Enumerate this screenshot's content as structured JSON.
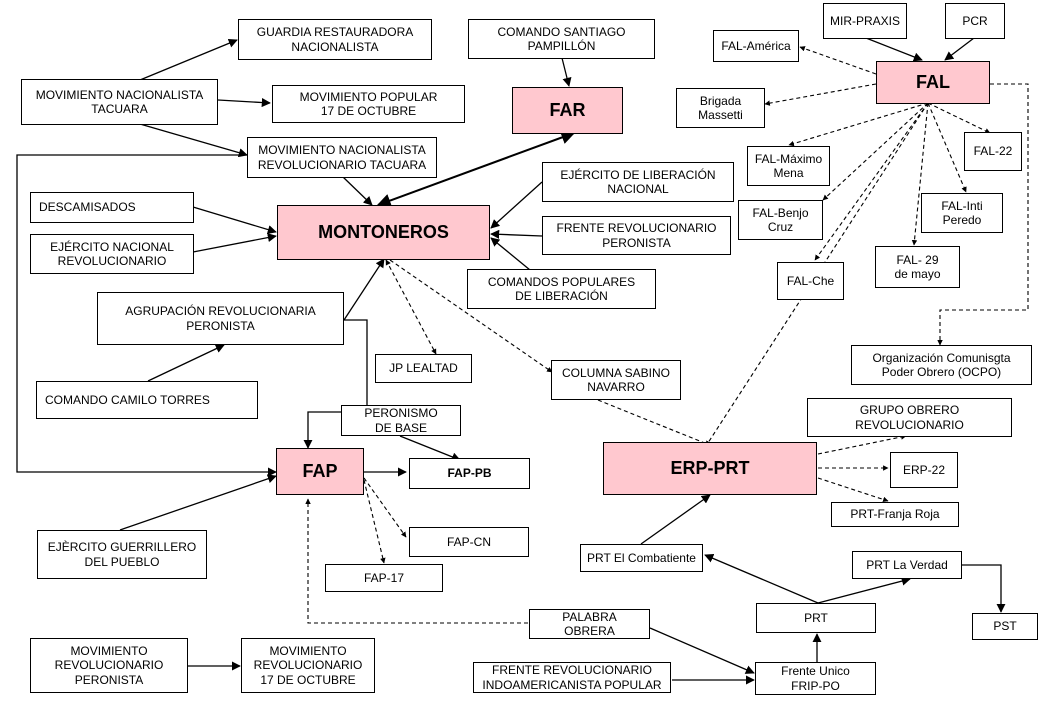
{
  "nodes": {
    "guardia": "GUARDIA RESTAURADORA\nNACIONALISTA",
    "comando_santiago": "COMANDO SANTIAGO\nPAMPILLÓN",
    "mir_praxis": "MIR-PRAXIS",
    "pcr": "PCR",
    "fal_america": "FAL-América",
    "fal": "FAL",
    "mov_nac_tacuara": "MOVIMIENTO NACIONALISTA\nTACUARA",
    "mov_popular": "MOVIMIENTO POPULAR\n17 DE OCTUBRE",
    "far": "FAR",
    "brigada": "Brigada\nMassetti",
    "fal22": "FAL-22",
    "mnrt": "MOVIMIENTO NACIONALISTA\nREVOLUCIONARIO TACUARA",
    "fal_maximo": "FAL-Máximo\nMena",
    "ejercito_lib": "EJÉRCITO DE LIBERACIÓN\nNACIONAL",
    "descamisados": "DESCAMISADOS",
    "fal_inti": "FAL-Inti\nPeredo",
    "fal_benjo": "FAL-Benjo\nCruz",
    "montoneros": "MONTONEROS",
    "frente_rev": "FRENTE REVOLUCIONARIO\nPERONISTA",
    "ejercito_nac": "EJÉRCITO NACIONAL\nREVOLUCIONARIO",
    "fal29": "FAL- 29\nde mayo",
    "fal_che": "FAL-Che",
    "comandos_pop": "COMANDOS POPULARES\nDE LIBERACIÓN",
    "agrupacion": "AGRUPACIÓN REVOLUCIONARIA\nPERONISTA",
    "ocpo": "Organización Comunisgta\nPoder Obrero (OCPO)",
    "jp_lealtad": "JP LEALTAD",
    "columna": "COLUMNA SABINO\nNAVARRO",
    "comando_camilo": "COMANDO CAMILO TORRES",
    "grupo_obrero": "GRUPO OBRERO\nREVOLUCIONARIO",
    "peronismo_base": "PERONISMO\nDE BASE",
    "erp_prt": "ERP-PRT",
    "fap": "FAP",
    "fap_pb": "FAP-PB",
    "erp22": "ERP-22",
    "prt_franja": "PRT-Franja Roja",
    "ejercito_guerr": "EJÈRCITO GUERRILLERO\nDEL PUEBLO",
    "fap_cn": "FAP-CN",
    "prt_combatiente": "PRT El Combatiente",
    "prt_verdad": "PRT La Verdad",
    "fap17": "FAP-17",
    "palabra_obrera": "PALABRA\nOBRERA",
    "prt": "PRT",
    "pst": "PST",
    "mrp": "MOVIMIENTO\nREVOLUCIONARIO\nPERONISTA",
    "mr17": "MOVIMIENTO\nREVOLUCIONARIO\n17 DE OCTUBRE",
    "frente_indo": "FRENTE REVOLUCIONARIO\nINDOAMERICANISTA POPULAR",
    "frente_unico": "Frente Unico\nFRIP-PO"
  },
  "colors": {
    "major_fill": "#ffc8cf",
    "border": "#000000"
  }
}
